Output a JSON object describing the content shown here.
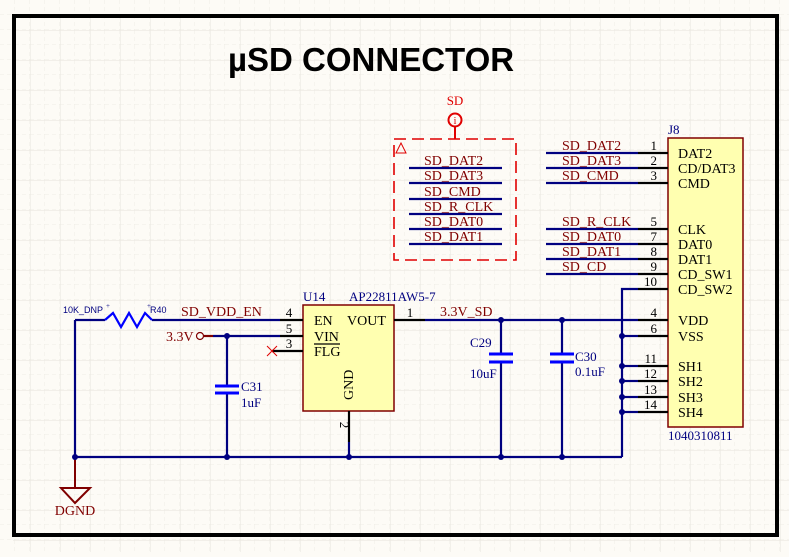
{
  "title": "µSD CONNECTOR",
  "colors": {
    "wire": "#000080",
    "net_label": "#800000",
    "component_body": "#ffffb0",
    "component_border": "#800000",
    "capacitor": "#0000ff",
    "harness": "#e00000",
    "background": "#fdfbf6"
  },
  "harness": {
    "name": "SD",
    "info_glyph": "i",
    "entries": [
      "SD_DAT2",
      "SD_DAT3",
      "SD_CMD",
      "SD_R_CLK",
      "SD_DAT0",
      "SD_DAT1"
    ]
  },
  "j8": {
    "designator": "J8",
    "part": "1040310811",
    "pins": [
      {
        "num": "1",
        "name": "DAT2",
        "net": "SD_DAT2"
      },
      {
        "num": "2",
        "name": "CD/DAT3",
        "net": "SD_DAT3"
      },
      {
        "num": "3",
        "name": "CMD",
        "net": "SD_CMD"
      },
      {
        "num": "5",
        "name": "CLK",
        "net": "SD_R_CLK"
      },
      {
        "num": "7",
        "name": "DAT0",
        "net": "SD_DAT0"
      },
      {
        "num": "8",
        "name": "DAT1",
        "net": "SD_DAT1"
      },
      {
        "num": "9",
        "name": "CD_SW1",
        "net": "SD_CD"
      },
      {
        "num": "10",
        "name": "CD_SW2",
        "net": ""
      },
      {
        "num": "4",
        "name": "VDD",
        "net": ""
      },
      {
        "num": "6",
        "name": "VSS",
        "net": ""
      },
      {
        "num": "11",
        "name": "SH1",
        "net": ""
      },
      {
        "num": "12",
        "name": "SH2",
        "net": ""
      },
      {
        "num": "13",
        "name": "SH3",
        "net": ""
      },
      {
        "num": "14",
        "name": "SH4",
        "net": ""
      }
    ]
  },
  "u14": {
    "designator": "U14",
    "part": "AP22811AW5-7",
    "pins": [
      {
        "num": "4",
        "name": "EN"
      },
      {
        "num": "5",
        "name": "VIN"
      },
      {
        "num": "3",
        "name": "FLG"
      },
      {
        "num": "1",
        "name": "VOUT"
      },
      {
        "num": "2",
        "name": "GND"
      }
    ]
  },
  "r40": {
    "designator": "R40",
    "value": "10K_DNP"
  },
  "c29": {
    "designator": "C29",
    "value": "10uF"
  },
  "c30": {
    "designator": "C30",
    "value": "0.1uF"
  },
  "c31": {
    "designator": "C31",
    "value": "1uF"
  },
  "nets": {
    "enable": "SD_VDD_EN",
    "output": "3.3V_SD",
    "input_port": "3.3V",
    "ground": "DGND"
  }
}
